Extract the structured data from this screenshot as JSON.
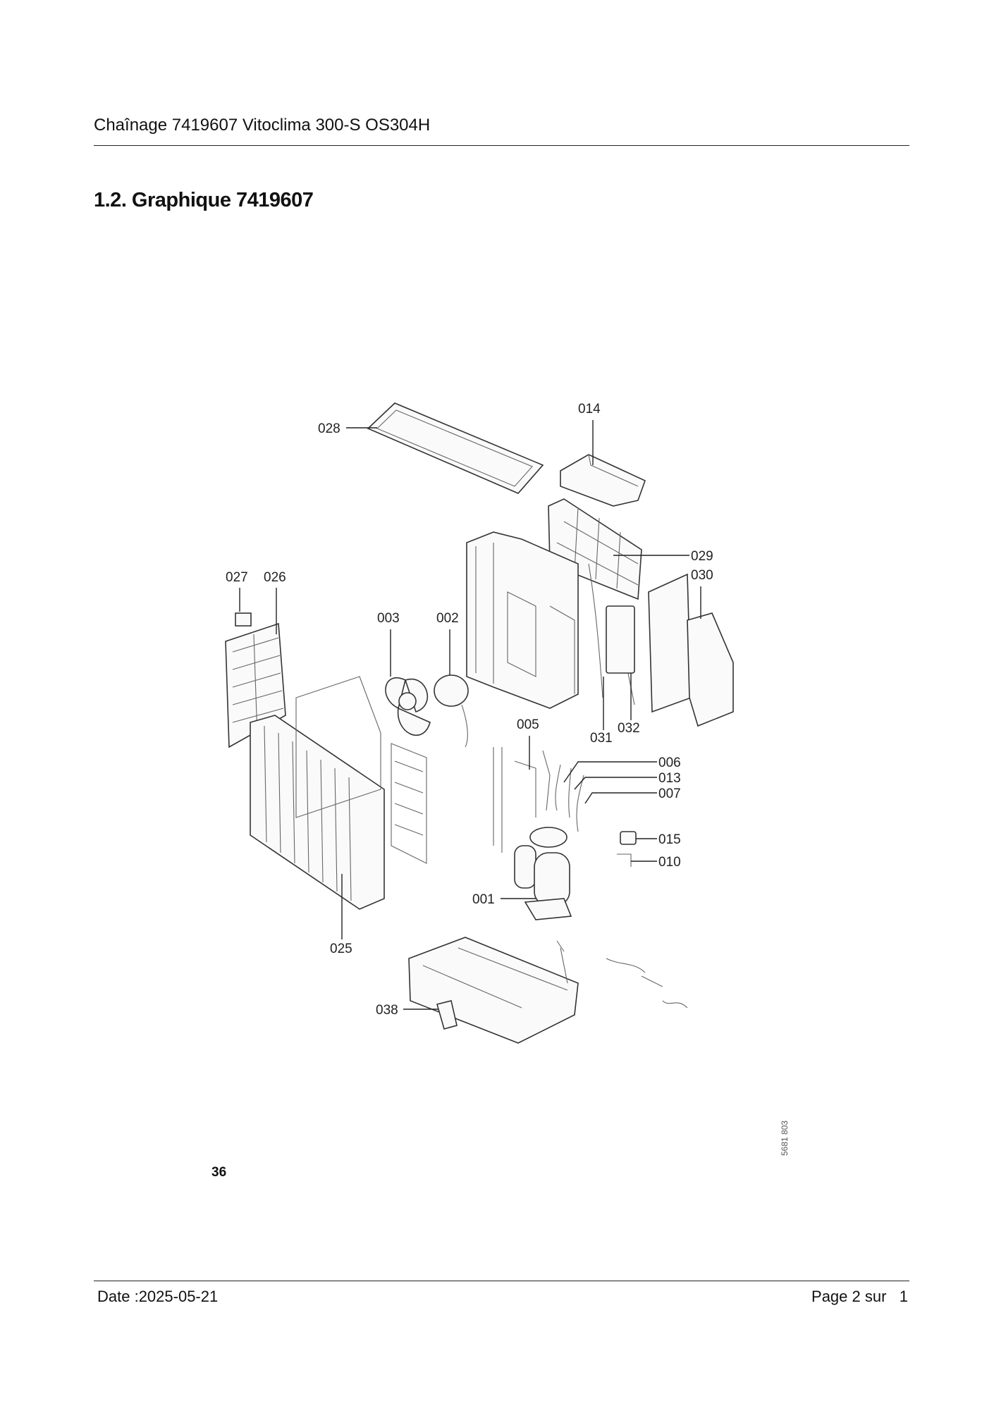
{
  "header": {
    "title": "Chaînage 7419607 Vitoclima 300-S OS304H"
  },
  "section": {
    "title": "1.2. Graphique 7419607"
  },
  "diagram": {
    "labels": {
      "p028": "028",
      "p014": "014",
      "p029": "029",
      "p030": "030",
      "p027": "027",
      "p026": "026",
      "p003": "003",
      "p002": "002",
      "p005": "005",
      "p031": "031",
      "p032": "032",
      "p006": "006",
      "p013": "013",
      "p007": "007",
      "p015": "015",
      "p010": "010",
      "p001": "001",
      "p025": "025",
      "p038": "038"
    },
    "sheet_number": "36",
    "drawing_ref": "5681 803"
  },
  "footer": {
    "date": "Date :2025-05-21",
    "page": "Page 2 sur   1"
  }
}
